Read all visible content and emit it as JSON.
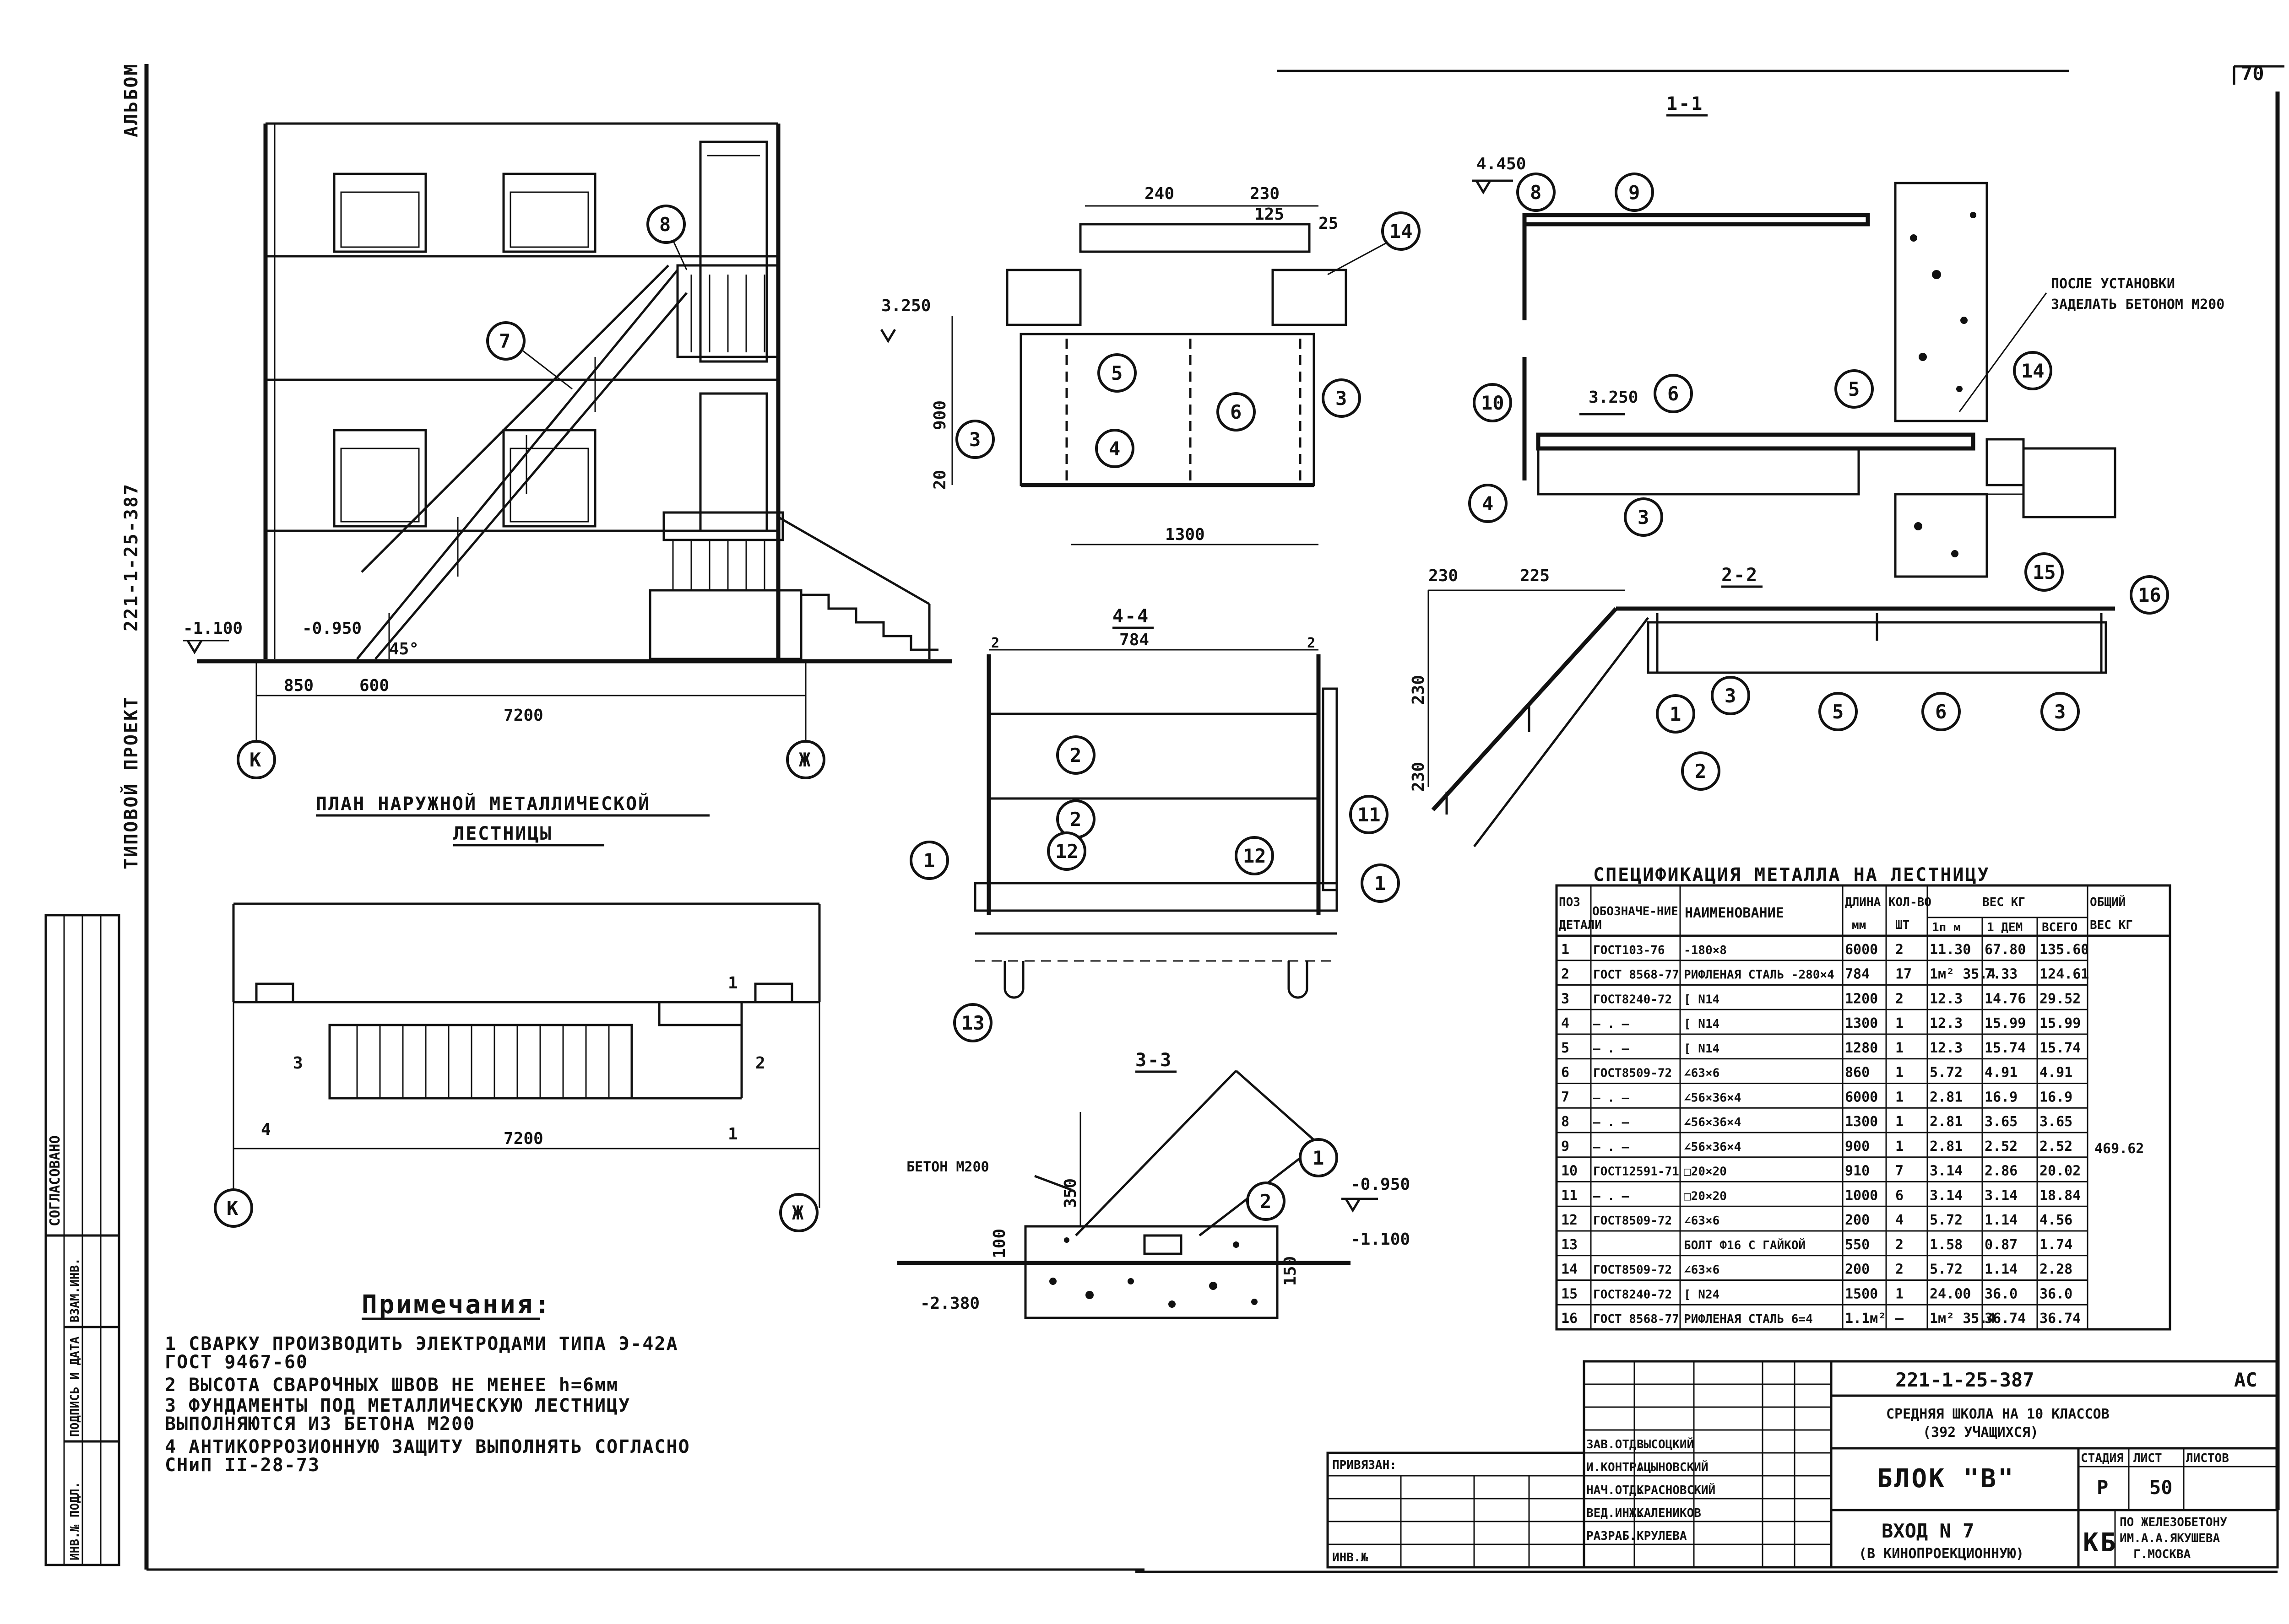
{
  "sheet": {
    "sheet_no": "70",
    "album": "АЛЬБОМ",
    "code_vertical": "221-1-25-387",
    "project_type": "ТИПОВОЙ ПРОЕКТ",
    "agreed": "СОГЛАСОВАНО",
    "stamp_labels": [
      "ВЗАМ.ИНВ.",
      "ПОДПИСЬ И ДАТА",
      "ИНВ.№ ПОДЛ."
    ]
  },
  "facade": {
    "title_line1": "ПЛАН НАРУЖНОЙ МЕТАЛЛИЧЕСКОЙ",
    "title_line2": "ЛЕСТНИЦЫ",
    "elev_low": "-1.100",
    "elev_step": "-0.950",
    "angle": "45°",
    "dims": [
      "850",
      "600",
      "7200"
    ],
    "axes": [
      "К",
      "Ж"
    ],
    "callouts": [
      "8",
      "7"
    ]
  },
  "plan": {
    "dim_total": "7200",
    "axes": [
      "К",
      "Ж"
    ],
    "marks": [
      "3",
      "2",
      "4",
      "1",
      "1"
    ]
  },
  "section_1": {
    "title": "1-1",
    "elev_top": "4.450",
    "elev_mid": "3.250",
    "note_line1": "ПОСЛЕ УСТАНОВКИ",
    "note_line2": "ЗАДЕЛАТЬ БЕТОНОМ М200",
    "callouts": [
      "8",
      "9",
      "10",
      "6",
      "5",
      "14",
      "4",
      "3",
      "15"
    ]
  },
  "detail_top": {
    "dims": [
      "240",
      "230",
      "125",
      "25",
      "900",
      "20",
      "1300"
    ],
    "elev": "3.250",
    "callouts": [
      "14",
      "5",
      "6",
      "3",
      "3",
      "4"
    ]
  },
  "section_2": {
    "title": "2-2",
    "dims": [
      "230",
      "225",
      "230",
      "230"
    ],
    "callouts": [
      "16",
      "1",
      "3",
      "5",
      "6",
      "3",
      "2"
    ]
  },
  "section_4": {
    "title": "4-4",
    "dim": "784",
    "corner_marks": [
      "2",
      "2"
    ],
    "callouts": [
      "2",
      "2",
      "11",
      "1",
      "12",
      "12",
      "1",
      "13"
    ]
  },
  "section_3": {
    "title": "3-3",
    "concrete": "БЕТОН М200",
    "dims": [
      "350",
      "100",
      "150"
    ],
    "elevs": [
      "-0.950",
      "-1.100",
      "-2.380"
    ],
    "callouts": [
      "1",
      "2"
    ]
  },
  "spec": {
    "title": "СПЕЦИФИКАЦИЯ МЕТАЛЛА НА ЛЕСТНИЦУ",
    "headers": {
      "pos": "ПОЗ",
      "pos2": "ДЕТАЛИ",
      "designation": "ОБОЗНАЧЕ-НИЕ",
      "name": "НАИМЕНОВАНИЕ",
      "length": "ДЛИНА",
      "length_unit": "мм",
      "qty": "КОЛ-ВО",
      "qty_unit": "ШТ",
      "weight": "ВЕС КГ",
      "w1": "1п м",
      "w2": "1 ДЕМ",
      "w3": "ВСЕГО",
      "total": "ОБЩИЙ",
      "total_unit": "ВЕС КГ"
    },
    "rows": [
      [
        "1",
        "ГОСТ103-76",
        "-180×8",
        "6000",
        "2",
        "11.30",
        "67.80",
        "135.60"
      ],
      [
        "2",
        "ГОСТ 8568-77",
        "РИФЛЕНАЯ СТАЛЬ -280×4",
        "784",
        "17",
        "1м² 35.4",
        "7.33",
        "124.61"
      ],
      [
        "3",
        "ГОСТ8240-72",
        "[ N14",
        "1200",
        "2",
        "12.3",
        "14.76",
        "29.52"
      ],
      [
        "4",
        "— . —",
        "[ N14",
        "1300",
        "1",
        "12.3",
        "15.99",
        "15.99"
      ],
      [
        "5",
        "— . —",
        "[ N14",
        "1280",
        "1",
        "12.3",
        "15.74",
        "15.74"
      ],
      [
        "6",
        "ГОСТ8509-72",
        "∠63×6",
        "860",
        "1",
        "5.72",
        "4.91",
        "4.91"
      ],
      [
        "7",
        "— . —",
        "∠56×36×4",
        "6000",
        "1",
        "2.81",
        "16.9",
        "16.9"
      ],
      [
        "8",
        "— . —",
        "∠56×36×4",
        "1300",
        "1",
        "2.81",
        "3.65",
        "3.65"
      ],
      [
        "9",
        "— . —",
        "∠56×36×4",
        "900",
        "1",
        "2.81",
        "2.52",
        "2.52"
      ],
      [
        "10",
        "ГОСТ12591-71",
        "□20×20",
        "910",
        "7",
        "3.14",
        "2.86",
        "20.02"
      ],
      [
        "11",
        "— . —",
        "□20×20",
        "1000",
        "6",
        "3.14",
        "3.14",
        "18.84"
      ],
      [
        "12",
        "ГОСТ8509-72",
        "∠63×6",
        "200",
        "4",
        "5.72",
        "1.14",
        "4.56"
      ],
      [
        "13",
        "",
        "БОЛТ Ф16 С ГАЙКОЙ",
        "550",
        "2",
        "1.58",
        "0.87",
        "1.74"
      ],
      [
        "14",
        "ГОСТ8509-72",
        "∠63×6",
        "200",
        "2",
        "5.72",
        "1.14",
        "2.28"
      ],
      [
        "15",
        "ГОСТ8240-72",
        "[ N24",
        "1500",
        "1",
        "24.00",
        "36.0",
        "36.0"
      ],
      [
        "16",
        "ГОСТ 8568-77",
        "РИФЛЕНАЯ СТАЛЬ 6=4",
        "1.1м²",
        "—",
        "1м² 35.4",
        "36.74",
        "36.74"
      ]
    ],
    "total_value": "469.62"
  },
  "notes": {
    "title": "Примечания:",
    "lines": [
      "1 СВАРКУ ПРОИЗВОДИТЬ ЭЛЕКТРОДАМИ ТИПА Э-42А",
      "  ГОСТ 9467-60",
      "2 ВЫСОТА СВАРОЧНЫХ ШВОВ НЕ МЕНЕЕ h=6мм",
      "3 ФУНДАМЕНТЫ ПОД МЕТАЛЛИЧЕСКУЮ ЛЕСТНИЦУ",
      "  ВЫПОЛНЯЮТСЯ ИЗ БЕТОНА М200",
      "4 АНТИКОРРОЗИОННУЮ ЗАЩИТУ ВЫПОЛНЯТЬ СОГЛАСНО",
      "  СНиП II-28-73"
    ]
  },
  "title_block": {
    "code": "221-1-25-387",
    "mark": "АС",
    "school_line1": "СРЕДНЯЯ ШКОЛА НА 10 КЛАССОВ",
    "school_line2": "(392 УЧАЩИХСЯ)",
    "block": "БЛОК \"В\"",
    "entrance": "ВХОД N 7",
    "entrance_sub": "(В КИНОПРОЕКЦИОННУЮ)",
    "stage_h": "СТАДИЯ",
    "sheet_h": "ЛИСТ",
    "sheets_h": "ЛИСТОВ",
    "stage": "Р",
    "sheet": "50",
    "org_mark": "КБ",
    "org_line1": "ПО ЖЕЛЕЗОБЕТОНУ",
    "org_line2": "ИМ.А.А.ЯКУШЕВА",
    "org_line3": "Г.МОСКВА",
    "tied": "ПРИВЯЗАН:",
    "inv": "ИНВ.№",
    "roles": [
      [
        "ЗАВ.ОТД.",
        "ВЫСОЦКИЙ"
      ],
      [
        "И.КОНТР.",
        "АЦЫНОВСКИЙ"
      ],
      [
        "НАЧ.ОТД.",
        "КРАСНОВСКИЙ"
      ],
      [
        "ВЕД.ИНЖ.",
        "КАЛЕНИКОВ"
      ],
      [
        "РАЗРАБ.",
        "КРУЛЕВА"
      ]
    ]
  }
}
